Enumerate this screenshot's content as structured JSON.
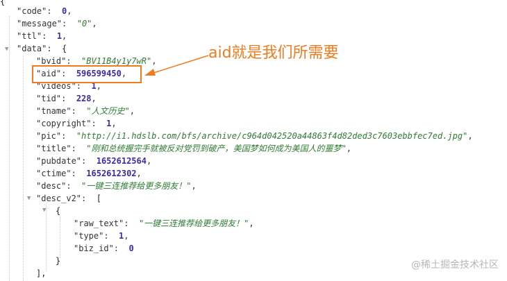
{
  "annotation": {
    "text": "aid就是我们所需要",
    "color": "#f07b1f"
  },
  "watermark": "@稀土掘金技术社区",
  "json_lines": [
    {
      "tokens": [
        {
          "t": "b",
          "v": "{"
        }
      ]
    },
    {
      "tokens": [
        {
          "t": "k",
          "v": "\"code\""
        },
        {
          "t": "p",
          "v": ":  "
        },
        {
          "t": "n",
          "v": "0"
        },
        {
          "t": "p",
          "v": ","
        }
      ]
    },
    {
      "tokens": [
        {
          "t": "k",
          "v": "\"message\""
        },
        {
          "t": "p",
          "v": ":  "
        },
        {
          "t": "s",
          "v": "\"0\""
        },
        {
          "t": "p",
          "v": ","
        }
      ]
    },
    {
      "tokens": [
        {
          "t": "k",
          "v": "\"ttl\""
        },
        {
          "t": "p",
          "v": ":  "
        },
        {
          "t": "n",
          "v": "1"
        },
        {
          "t": "p",
          "v": ","
        }
      ]
    },
    {
      "tokens": [
        {
          "t": "k",
          "v": "\"data\""
        },
        {
          "t": "p",
          "v": ":  "
        },
        {
          "t": "b",
          "v": "{"
        }
      ]
    },
    {
      "tokens": [
        {
          "t": "k",
          "v": "\"bvid\""
        },
        {
          "t": "p",
          "v": ":  "
        },
        {
          "t": "s",
          "v": "\"BV11B4y1y7wR\""
        },
        {
          "t": "p",
          "v": ","
        }
      ]
    },
    {
      "tokens": [
        {
          "t": "k",
          "v": "\"aid\""
        },
        {
          "t": "p",
          "v": ":  "
        },
        {
          "t": "n",
          "v": "596599450"
        },
        {
          "t": "p",
          "v": ","
        }
      ]
    },
    {
      "tokens": [
        {
          "t": "k",
          "v": "\"videos\""
        },
        {
          "t": "p",
          "v": ":  "
        },
        {
          "t": "n",
          "v": "1"
        },
        {
          "t": "p",
          "v": ","
        }
      ]
    },
    {
      "tokens": [
        {
          "t": "k",
          "v": "\"tid\""
        },
        {
          "t": "p",
          "v": ":  "
        },
        {
          "t": "n",
          "v": "228"
        },
        {
          "t": "p",
          "v": ","
        }
      ]
    },
    {
      "tokens": [
        {
          "t": "k",
          "v": "\"tname\""
        },
        {
          "t": "p",
          "v": ":  "
        },
        {
          "t": "s",
          "v": "\"人文历史\""
        },
        {
          "t": "p",
          "v": ","
        }
      ]
    },
    {
      "tokens": [
        {
          "t": "k",
          "v": "\"copyright\""
        },
        {
          "t": "p",
          "v": ":  "
        },
        {
          "t": "n",
          "v": "1"
        },
        {
          "t": "p",
          "v": ","
        }
      ]
    },
    {
      "tokens": [
        {
          "t": "k",
          "v": "\"pic\""
        },
        {
          "t": "p",
          "v": ":  "
        },
        {
          "t": "s",
          "v": "\"http://i1.hdslb.com/bfs/archive/c964d042520a44863f4d82ded3c7603ebbfec7ed.jpg\""
        },
        {
          "t": "p",
          "v": ","
        }
      ]
    },
    {
      "tokens": [
        {
          "t": "k",
          "v": "\"title\""
        },
        {
          "t": "p",
          "v": ":  "
        },
        {
          "t": "s",
          "v": "\"刚和总统握完手就被反对党罚到破产，美国梦如何成为美国人的噩梦\""
        },
        {
          "t": "p",
          "v": ","
        }
      ]
    },
    {
      "tokens": [
        {
          "t": "k",
          "v": "\"pubdate\""
        },
        {
          "t": "p",
          "v": ":  "
        },
        {
          "t": "n",
          "v": "1652612564"
        },
        {
          "t": "p",
          "v": ","
        }
      ]
    },
    {
      "tokens": [
        {
          "t": "k",
          "v": "\"ctime\""
        },
        {
          "t": "p",
          "v": ":  "
        },
        {
          "t": "n",
          "v": "1652612302"
        },
        {
          "t": "p",
          "v": ","
        }
      ]
    },
    {
      "tokens": [
        {
          "t": "k",
          "v": "\"desc\""
        },
        {
          "t": "p",
          "v": ":  "
        },
        {
          "t": "s",
          "v": "\"一键三连推荐给更多朋友！\""
        },
        {
          "t": "p",
          "v": ","
        }
      ]
    },
    {
      "tokens": [
        {
          "t": "k",
          "v": "\"desc_v2\""
        },
        {
          "t": "p",
          "v": ":  "
        },
        {
          "t": "b",
          "v": "["
        }
      ]
    },
    {
      "tokens": [
        {
          "t": "b",
          "v": "{"
        }
      ]
    },
    {
      "tokens": [
        {
          "t": "k",
          "v": "\"raw_text\""
        },
        {
          "t": "p",
          "v": ":  "
        },
        {
          "t": "s",
          "v": "\"一键三连推荐给更多朋友！\""
        },
        {
          "t": "p",
          "v": ","
        }
      ]
    },
    {
      "tokens": [
        {
          "t": "k",
          "v": "\"type\""
        },
        {
          "t": "p",
          "v": ":  "
        },
        {
          "t": "n",
          "v": "1"
        },
        {
          "t": "p",
          "v": ","
        }
      ]
    },
    {
      "tokens": [
        {
          "t": "k",
          "v": "\"biz_id\""
        },
        {
          "t": "p",
          "v": ":  "
        },
        {
          "t": "n",
          "v": "0"
        }
      ]
    },
    {
      "tokens": [
        {
          "t": "b",
          "v": "}"
        }
      ]
    },
    {
      "tokens": [
        {
          "t": "b",
          "v": "],"
        }
      ]
    }
  ]
}
